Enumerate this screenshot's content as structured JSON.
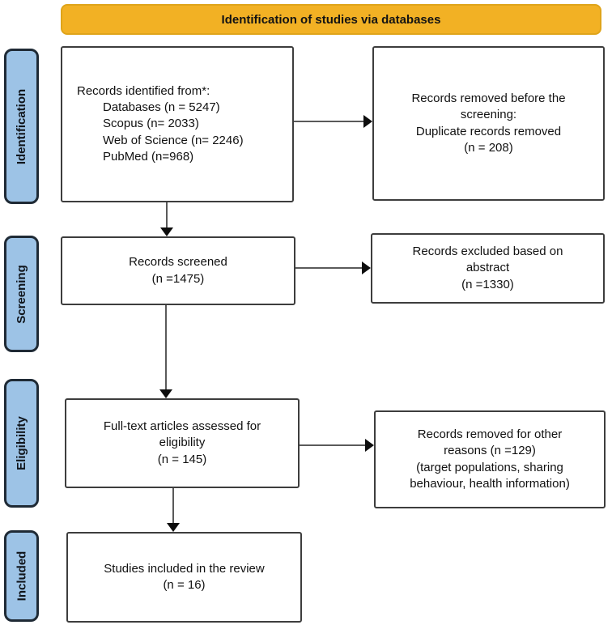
{
  "banner": {
    "label": "Identification of studies via databases"
  },
  "stages": [
    {
      "label": "Identification"
    },
    {
      "label": "Screening"
    },
    {
      "label": "Eligibility"
    },
    {
      "label": "Included"
    }
  ],
  "boxes": {
    "records_identified": {
      "lines": [
        "Records identified from*:",
        "Databases (n = 5247)",
        "Scopus (n= 2033)",
        "Web of Science (n= 2246)",
        "PubMed (n=968)"
      ]
    },
    "records_removed_before_screening": {
      "lines": [
        "Records removed before the",
        "screening:",
        "Duplicate records removed",
        "(n = 208)"
      ]
    },
    "records_screened": {
      "lines": [
        "Records screened",
        "(n =1475)"
      ]
    },
    "records_excluded": {
      "lines": [
        "Records excluded based on",
        "abstract",
        "(n =1330)"
      ]
    },
    "fulltext_assessed": {
      "lines": [
        "Full-text articles assessed for",
        "eligibility",
        "(n = 145)"
      ]
    },
    "removed_other_reasons": {
      "lines": [
        "Records removed for other",
        "reasons (n =129)",
        "(target populations, sharing",
        "behaviour, health information)"
      ]
    },
    "studies_included": {
      "lines": [
        "Studies included in the review",
        "(n = 16)"
      ]
    }
  },
  "colors": {
    "banner_fill": "#F2B124",
    "banner_border": "#DFA41A",
    "stage_fill": "#9DC3E6",
    "stage_border": "#1F2A35",
    "box_border": "#3D3D3D",
    "arrow_line": "#5A5A5A",
    "arrow_head": "#0D0D0D"
  }
}
